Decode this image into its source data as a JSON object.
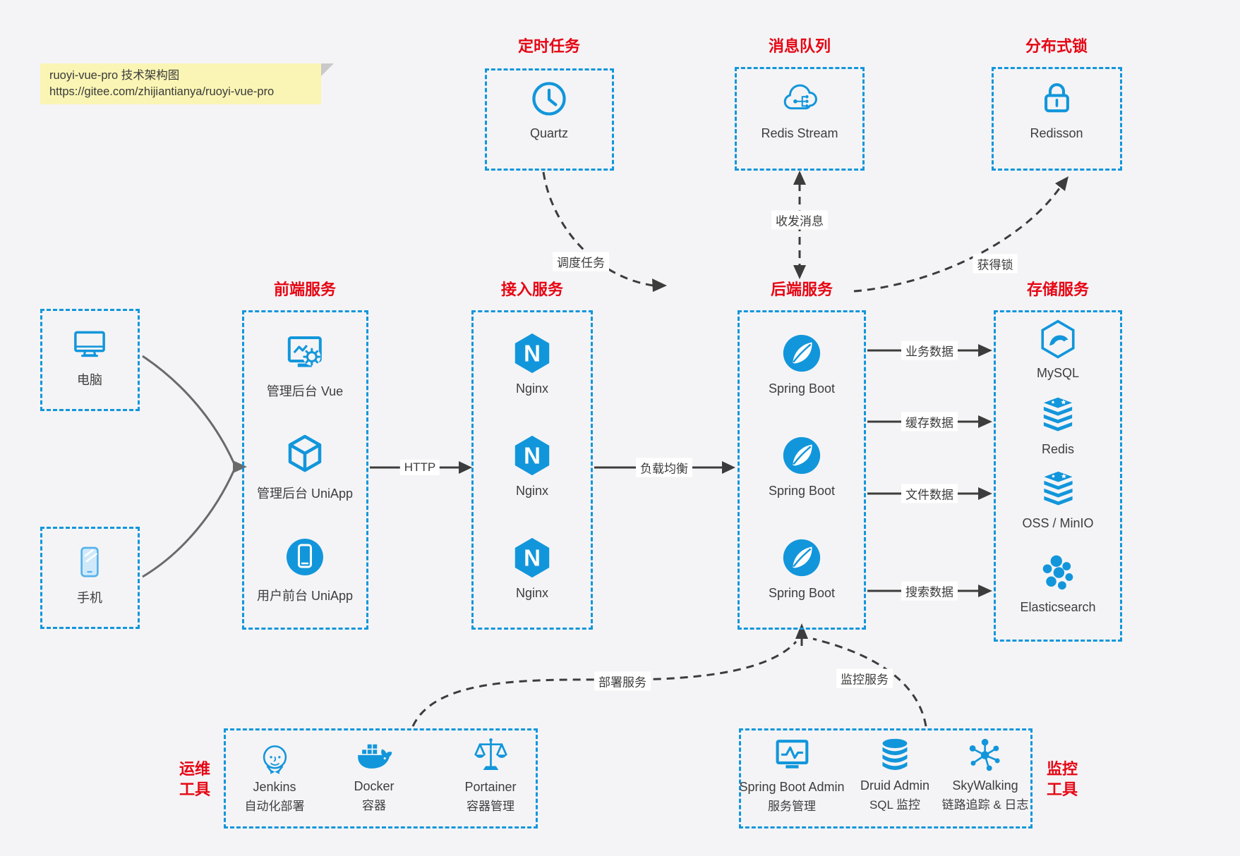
{
  "title_note": {
    "line1": "ruoyi-vue-pro 技术架构图",
    "line2": "https://gitee.com/zhijiantianya/ruoyi-vue-pro"
  },
  "colors": {
    "accent_blue": "#1296db",
    "title_red": "#e60614",
    "canvas_bg": "#f4f4f6",
    "note_bg": "#faf5b4",
    "arrow_dark": "#3c3c3c",
    "arrow_gray": "#6a6a6a"
  },
  "top_groups": {
    "scheduler": {
      "title": "定时任务",
      "node_label": "Quartz",
      "icon": "clock-icon"
    },
    "mq": {
      "title": "消息队列",
      "node_label": "Redis Stream",
      "icon": "cloud-stream-icon"
    },
    "lock": {
      "title": "分布式锁",
      "node_label": "Redisson",
      "icon": "lock-icon"
    }
  },
  "clients": {
    "pc": {
      "label": "电脑",
      "icon": "desktop-icon"
    },
    "mobile": {
      "label": "手机",
      "icon": "phone-icon"
    }
  },
  "columns": {
    "frontend": {
      "title": "前端服务",
      "nodes": [
        {
          "label": "管理后台 Vue",
          "icon": "admin-vue-icon"
        },
        {
          "label": "管理后台 UniApp",
          "icon": "cube-icon"
        },
        {
          "label": "用户前台 UniApp",
          "icon": "mobile-app-icon"
        }
      ]
    },
    "access": {
      "title": "接入服务",
      "nodes": [
        {
          "label": "Nginx",
          "icon": "nginx-icon"
        },
        {
          "label": "Nginx",
          "icon": "nginx-icon"
        },
        {
          "label": "Nginx",
          "icon": "nginx-icon"
        }
      ]
    },
    "backend": {
      "title": "后端服务",
      "nodes": [
        {
          "label": "Spring Boot",
          "icon": "spring-icon"
        },
        {
          "label": "Spring Boot",
          "icon": "spring-icon"
        },
        {
          "label": "Spring Boot",
          "icon": "spring-icon"
        }
      ]
    },
    "storage": {
      "title": "存储服务",
      "nodes": [
        {
          "label": "MySQL",
          "icon": "mysql-icon"
        },
        {
          "label": "Redis",
          "icon": "redis-stack-icon"
        },
        {
          "label": "OSS / MinIO",
          "icon": "redis-stack-icon"
        },
        {
          "label": "Elasticsearch",
          "icon": "elasticsearch-icon"
        }
      ]
    }
  },
  "bottom_groups": {
    "ops": {
      "title": "运维\n工具",
      "nodes": [
        {
          "name": "Jenkins",
          "desc": "自动化部署",
          "icon": "jenkins-icon"
        },
        {
          "name": "Docker",
          "desc": "容器",
          "icon": "docker-icon"
        },
        {
          "name": "Portainer",
          "desc": "容器管理",
          "icon": "scales-icon"
        }
      ]
    },
    "monitoring": {
      "title": "监控\n工具",
      "nodes": [
        {
          "name": "Spring Boot Admin",
          "desc": "服务管理",
          "icon": "monitor-chart-icon"
        },
        {
          "name": "Druid Admin",
          "desc": "SQL 监控",
          "icon": "database-icon"
        },
        {
          "name": "SkyWalking",
          "desc": "链路追踪 & 日志",
          "icon": "topology-icon"
        }
      ]
    }
  },
  "edge_labels": {
    "http": "HTTP",
    "load_balance": "负载均衡",
    "schedule": "调度任务",
    "messages": "收发消息",
    "acquire_lock": "获得锁",
    "business_data": "业务数据",
    "cache_data": "缓存数据",
    "file_data": "文件数据",
    "search_data": "搜索数据",
    "deploy": "部署服务",
    "monitor": "监控服务"
  }
}
